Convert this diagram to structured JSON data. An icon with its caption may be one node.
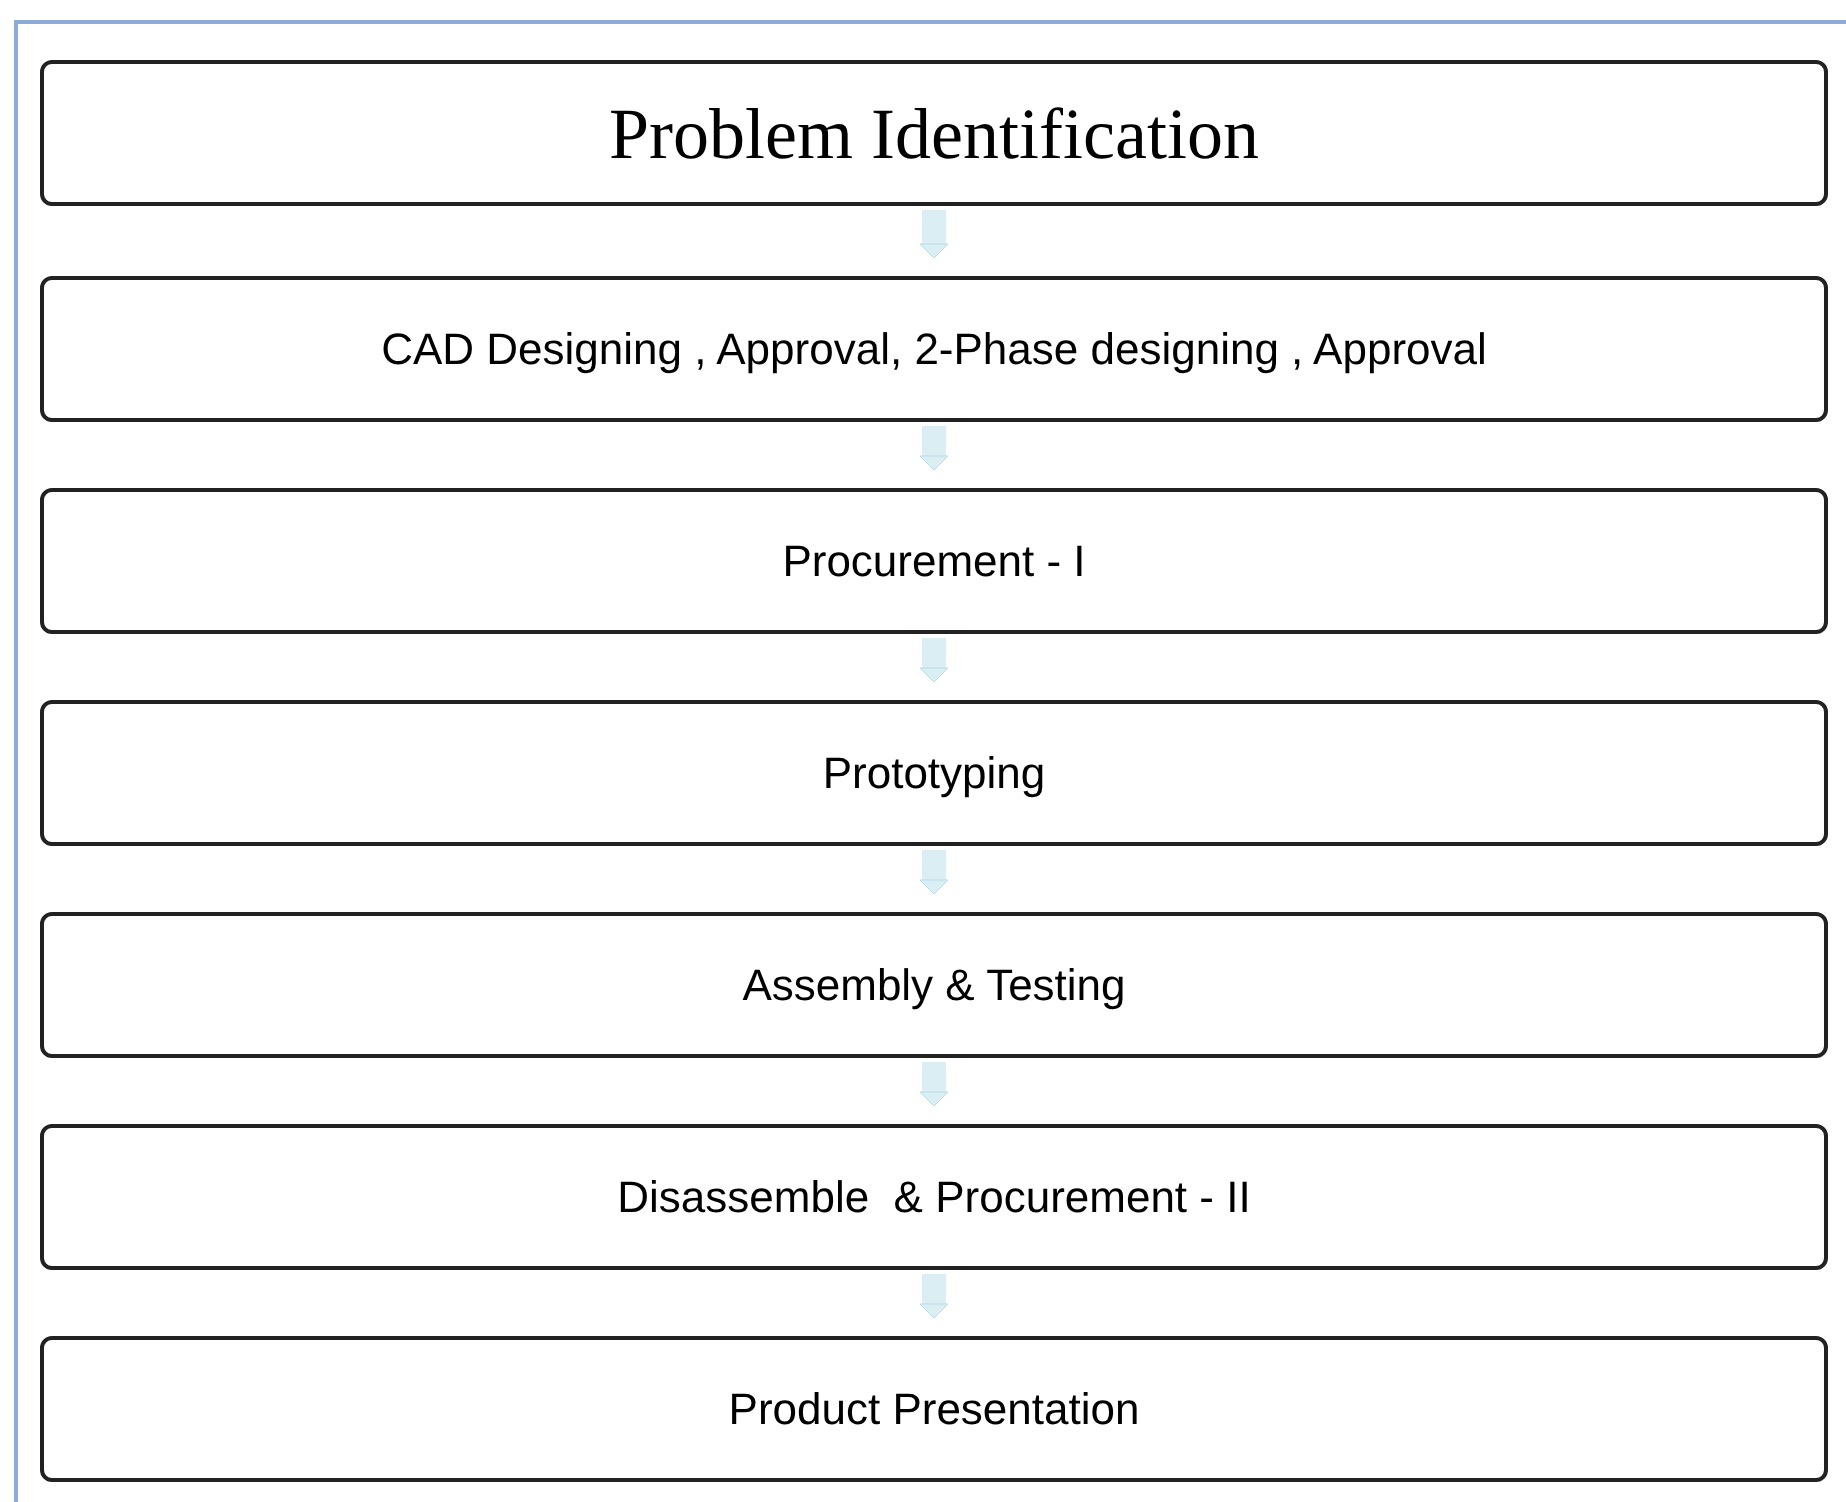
{
  "diagram": {
    "nodes": [
      {
        "text": [
          "Problem Identification"
        ]
      },
      {
        "text": [
          "CAD Designing , Approval, 2-Phase designing , Approval"
        ]
      },
      {
        "text": [
          "Procurement - I"
        ]
      },
      {
        "text": [
          "Prototyping"
        ]
      },
      {
        "text": [
          "Assembly & Testing"
        ]
      },
      {
        "text": [
          "Disassemble  & Procurement - II"
        ]
      },
      {
        "text": [
          "Product Presentation"
        ]
      }
    ],
    "edges": [
      {
        "from": 0,
        "to": 1,
        "arrow": "to"
      },
      {
        "from": 1,
        "to": 2,
        "arrow": "to"
      },
      {
        "from": 2,
        "to": 3,
        "arrow": "to"
      },
      {
        "from": 3,
        "to": 4,
        "arrow": "to"
      },
      {
        "from": 4,
        "to": 5,
        "arrow": "to"
      },
      {
        "from": 5,
        "to": 6,
        "arrow": "to"
      }
    ]
  }
}
